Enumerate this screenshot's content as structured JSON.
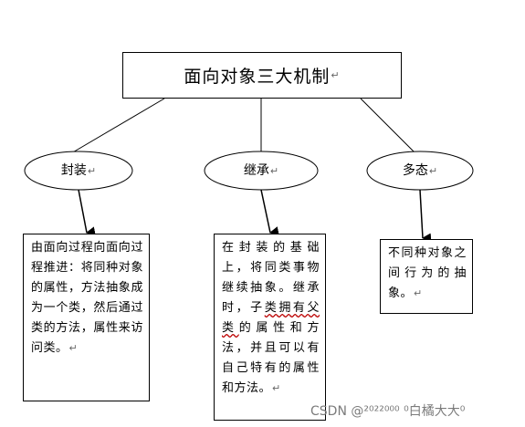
{
  "title": "面向对象三大机制",
  "nodes": [
    {
      "label": "封装",
      "description": "由面向过程向面向过程推进：将同种对象的属性，方法抽象成为一个类，然后通过类的方法，属性来访问类。"
    },
    {
      "label": "继承",
      "description_parts": [
        "在封装的基础上，将同类事物继续抽象。继承时，子",
        "类拥有父类",
        "的属性和方法，并且可以有自己特有的属性和方法。"
      ]
    },
    {
      "label": "多态",
      "description": "不同种对象之间行为的抽象。"
    }
  ],
  "paragraph_mark": "↵",
  "watermark": "CSDN @²⁰²²⁰⁰⁰ ⁰白橘大大⁰"
}
